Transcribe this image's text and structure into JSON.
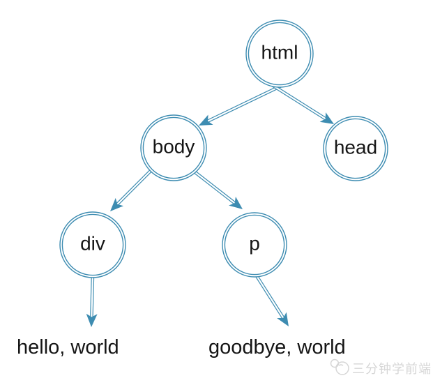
{
  "diagram": {
    "type": "tree",
    "nodes": [
      {
        "id": "html",
        "label": "html"
      },
      {
        "id": "body",
        "label": "body"
      },
      {
        "id": "head",
        "label": "head"
      },
      {
        "id": "div",
        "label": "div"
      },
      {
        "id": "p",
        "label": "p"
      }
    ],
    "edges": [
      {
        "from": "html",
        "to": "body"
      },
      {
        "from": "html",
        "to": "head"
      },
      {
        "from": "body",
        "to": "div"
      },
      {
        "from": "body",
        "to": "p"
      },
      {
        "from": "div",
        "to": "hello, world"
      },
      {
        "from": "p",
        "to": "goodbye, world"
      }
    ],
    "leaf_texts": [
      {
        "text": "hello, world"
      },
      {
        "text": "goodbye, world"
      }
    ],
    "colors": {
      "stroke": "#3d8cb1",
      "label": "#151515",
      "watermark": "#d6d6d6"
    }
  },
  "watermark": {
    "text": "三分钟学前端",
    "icon": "mascot-logo-icon"
  }
}
